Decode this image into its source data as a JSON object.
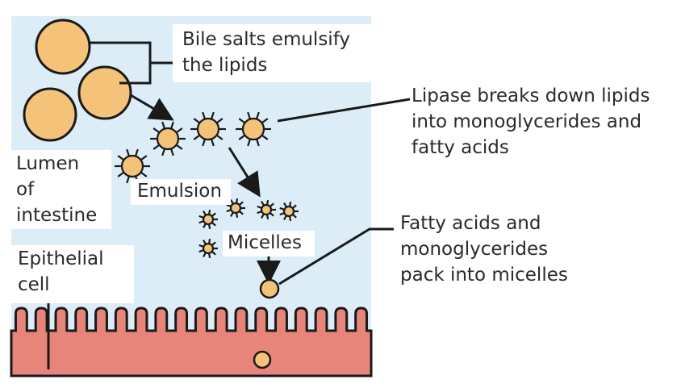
{
  "labels": {
    "bile": [
      "Bile salts emulsify",
      "the lipids"
    ],
    "lipase": [
      "Lipase breaks down lipids",
      "into monoglycerides and",
      "fatty acids"
    ],
    "lumen": [
      "Lumen",
      "of",
      "intestine"
    ],
    "emulsion": "Emulsion",
    "micelles": "Micelles",
    "fatty": [
      "Fatty acids and",
      "monoglycerides",
      "pack into micelles"
    ],
    "epithelial": [
      "Epithelial",
      "cell"
    ]
  },
  "colors": {
    "lumen": "#dcedf7",
    "tissue": "#e8857a",
    "droplet": "#f5c27a",
    "outline": "#1a1a1a"
  }
}
